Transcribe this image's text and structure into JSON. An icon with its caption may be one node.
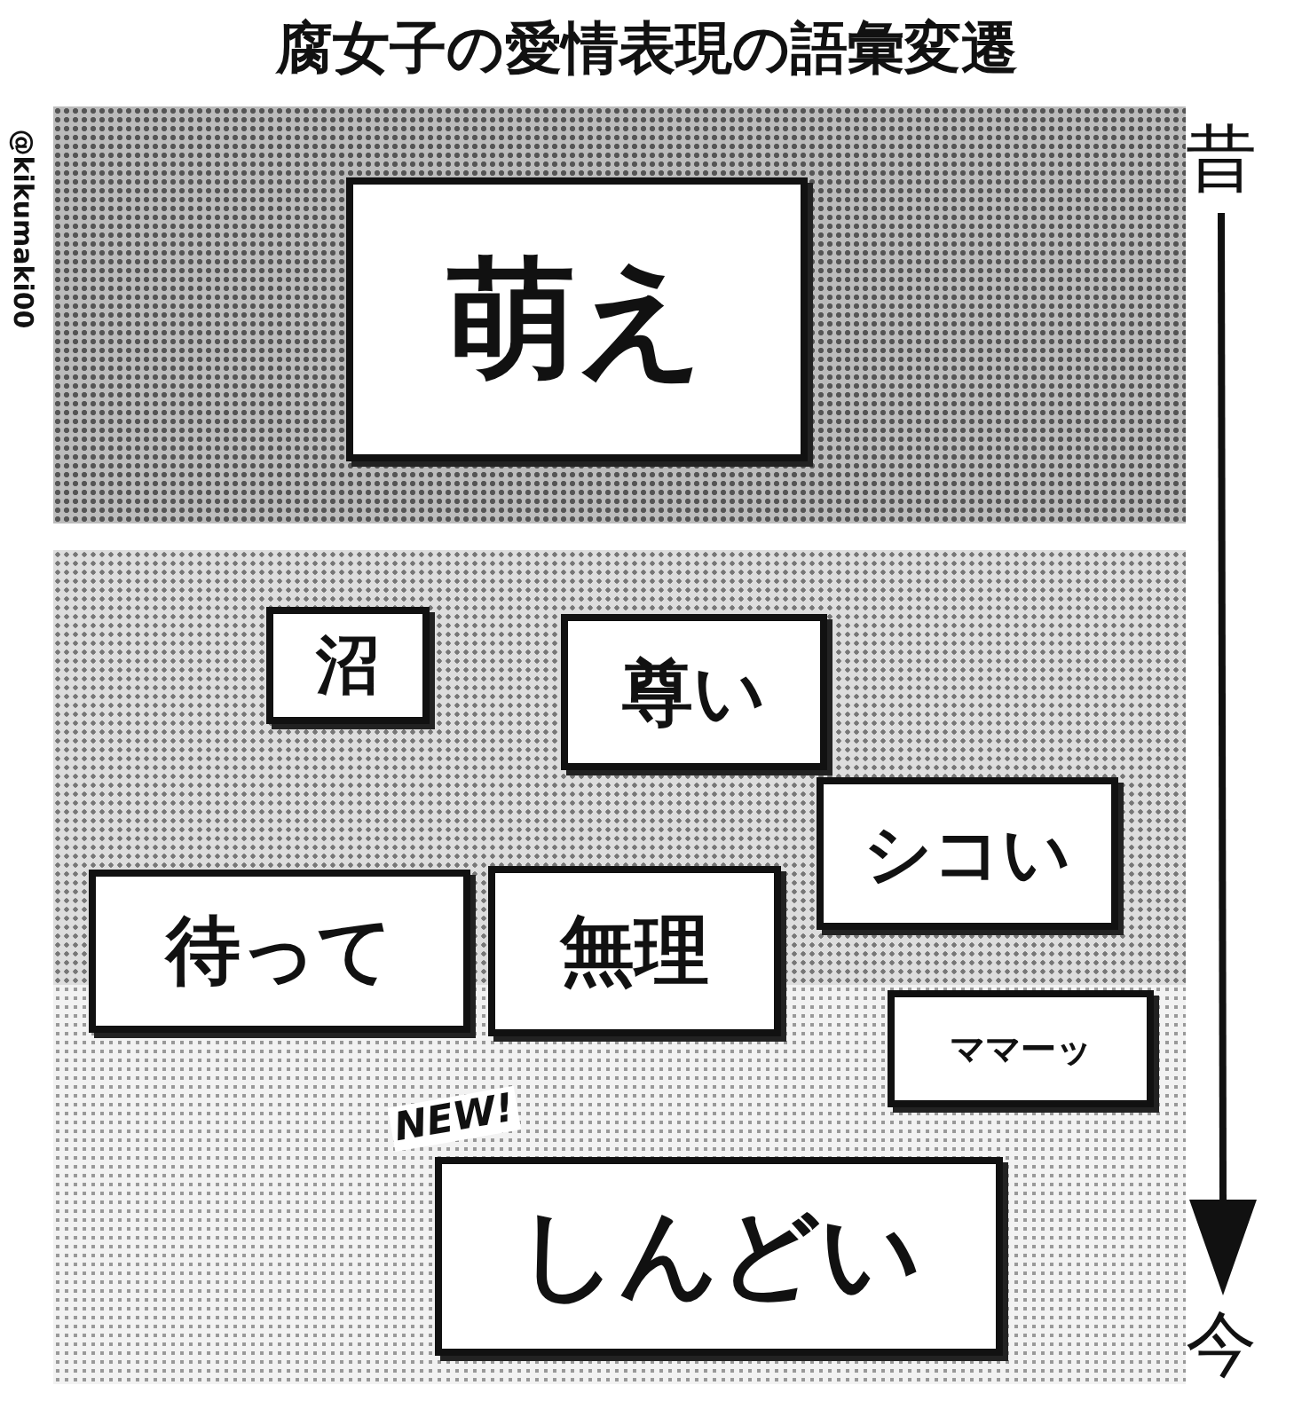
{
  "diagram": {
    "title": "腐女子の愛情表現の語彙変遷",
    "nodes": [
      {
        "text": [
          "萌え"
        ]
      },
      {
        "text": [
          "沼"
        ]
      },
      {
        "text": [
          "尊い"
        ]
      },
      {
        "text": [
          "シコい"
        ]
      },
      {
        "text": [
          "待って"
        ]
      },
      {
        "text": [
          "無理"
        ]
      },
      {
        "text": [
          "ママーッ"
        ]
      },
      {
        "text": [
          "しんどい"
        ],
        "beside": [
          "NEW!"
        ]
      }
    ],
    "labels": [
      "@kikumaki00",
      "昔",
      "今"
    ]
  }
}
